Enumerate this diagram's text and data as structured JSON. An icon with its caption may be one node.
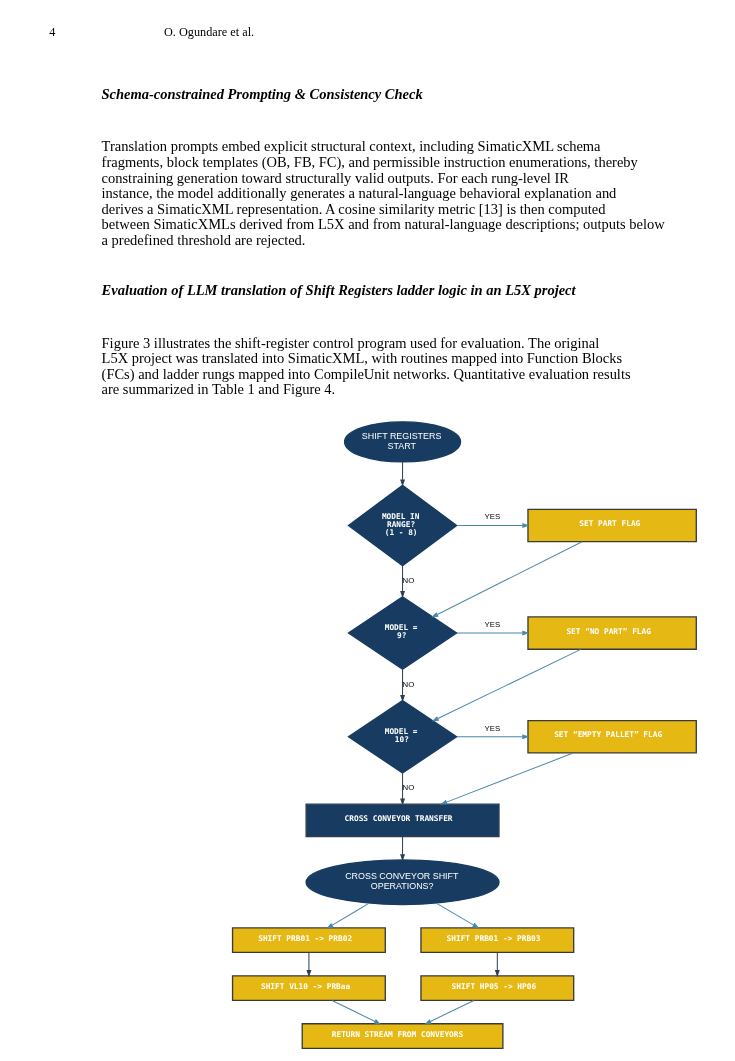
{
  "diagram": {
    "nodes": [
      {
        "text": [
          "SHIFT REGISTERS START"
        ]
      },
      {
        "text": [
          "MODEL IN RANGE?",
          "(1 - 8)"
        ]
      },
      {
        "text": [
          "SET PART FLAG"
        ]
      },
      {
        "text": [
          "MODEL = 9?"
        ]
      },
      {
        "text": [
          "SET “NO PART” FLAG"
        ]
      },
      {
        "text": [
          "MODEL = 10?"
        ]
      },
      {
        "text": [
          "SET “EMPTY PALLET” FLAG"
        ]
      },
      {
        "text": [
          "CROSS CONVEYOR TRANSFER"
        ]
      },
      {
        "text": [
          "CROSS CONVEYOR SHIFT OPERATIONS?"
        ]
      },
      {
        "text": [
          "SHIFT PRB01 -> PRB02"
        ]
      },
      {
        "text": [
          "SHIFT PRB01 -> PRB03"
        ]
      },
      {
        "text": [
          "SHIFT VL10 -> PRBaa"
        ]
      },
      {
        "text": [
          "SHIFT HP05 -> HP06"
        ]
      },
      {
        "text": [
          "RETURN STREAM FROM CONVEYORS"
        ]
      }
    ],
    "edges": [
      {
        "from": 0,
        "to": 1,
        "arrow": "to",
        "color": "#2c3e50"
      },
      {
        "from": 1,
        "to": 2,
        "arrow": "to",
        "label": "YES"
      },
      {
        "from": 1,
        "to": 3,
        "arrow": "to",
        "label": "NO",
        "color": "#2c3e50"
      },
      {
        "from": 2,
        "to": 3,
        "arrow": "to"
      },
      {
        "from": 3,
        "to": 4,
        "arrow": "to",
        "label": "YES"
      },
      {
        "from": 3,
        "to": 5,
        "arrow": "to",
        "label": "NO",
        "color": "#2c3e50"
      },
      {
        "from": 4,
        "to": 5,
        "arrow": "to"
      },
      {
        "from": 5,
        "to": 6,
        "arrow": "to",
        "label": "YES"
      },
      {
        "from": 5,
        "to": 7,
        "arrow": "to",
        "label": "NO",
        "color": "#2c3e50"
      },
      {
        "from": 6,
        "to": 7,
        "arrow": "to"
      },
      {
        "from": 7,
        "to": 8,
        "arrow": "to",
        "color": "#2c3e50"
      },
      {
        "from": 8,
        "to": 9,
        "arrow": "to"
      },
      {
        "from": 8,
        "to": 10,
        "arrow": "to"
      },
      {
        "from": 9,
        "to": 11,
        "arrow": "to",
        "color": "#2c3e50"
      },
      {
        "from": 10,
        "to": 12,
        "arrow": "to",
        "color": "#2c3e50"
      },
      {
        "from": 11,
        "to": 13,
        "arrow": "to"
      },
      {
        "from": 12,
        "to": 13,
        "arrow": "to"
      }
    ],
    "labels": [
      "4",
      "O. Ogundare et al.",
      "Schema-constrained Prompting & Consistency Check",
      "Translation prompts embed explicit structural context, including SimaticXML schema fragments, block templates (OB, FB, FC), and permissible instruction enumerations, thereby constraining generation toward structurally valid outputs. For each rung-level IR instance, the model additionally generates a natural-language behavioral explanation and derives a SimaticXML representation. A cosine similarity metric [13] is then computed between SimaticXMLs derived from L5X and from natural-language descriptions; outputs below a predefined threshold are rejected.",
      "Evaluation of LLM translation of Shift Registers ladder logic in an L5X project",
      "Figure 3 illustrates the shift-register control program used for evaluation. The original L5X project was translated into SimaticXML, with routines mapped into Function Blocks (FCs) and ladder rungs mapped into CompileUnit networks. Quantitative evaluation results are summarized in Table 1 and Figure 4."
    ]
  }
}
